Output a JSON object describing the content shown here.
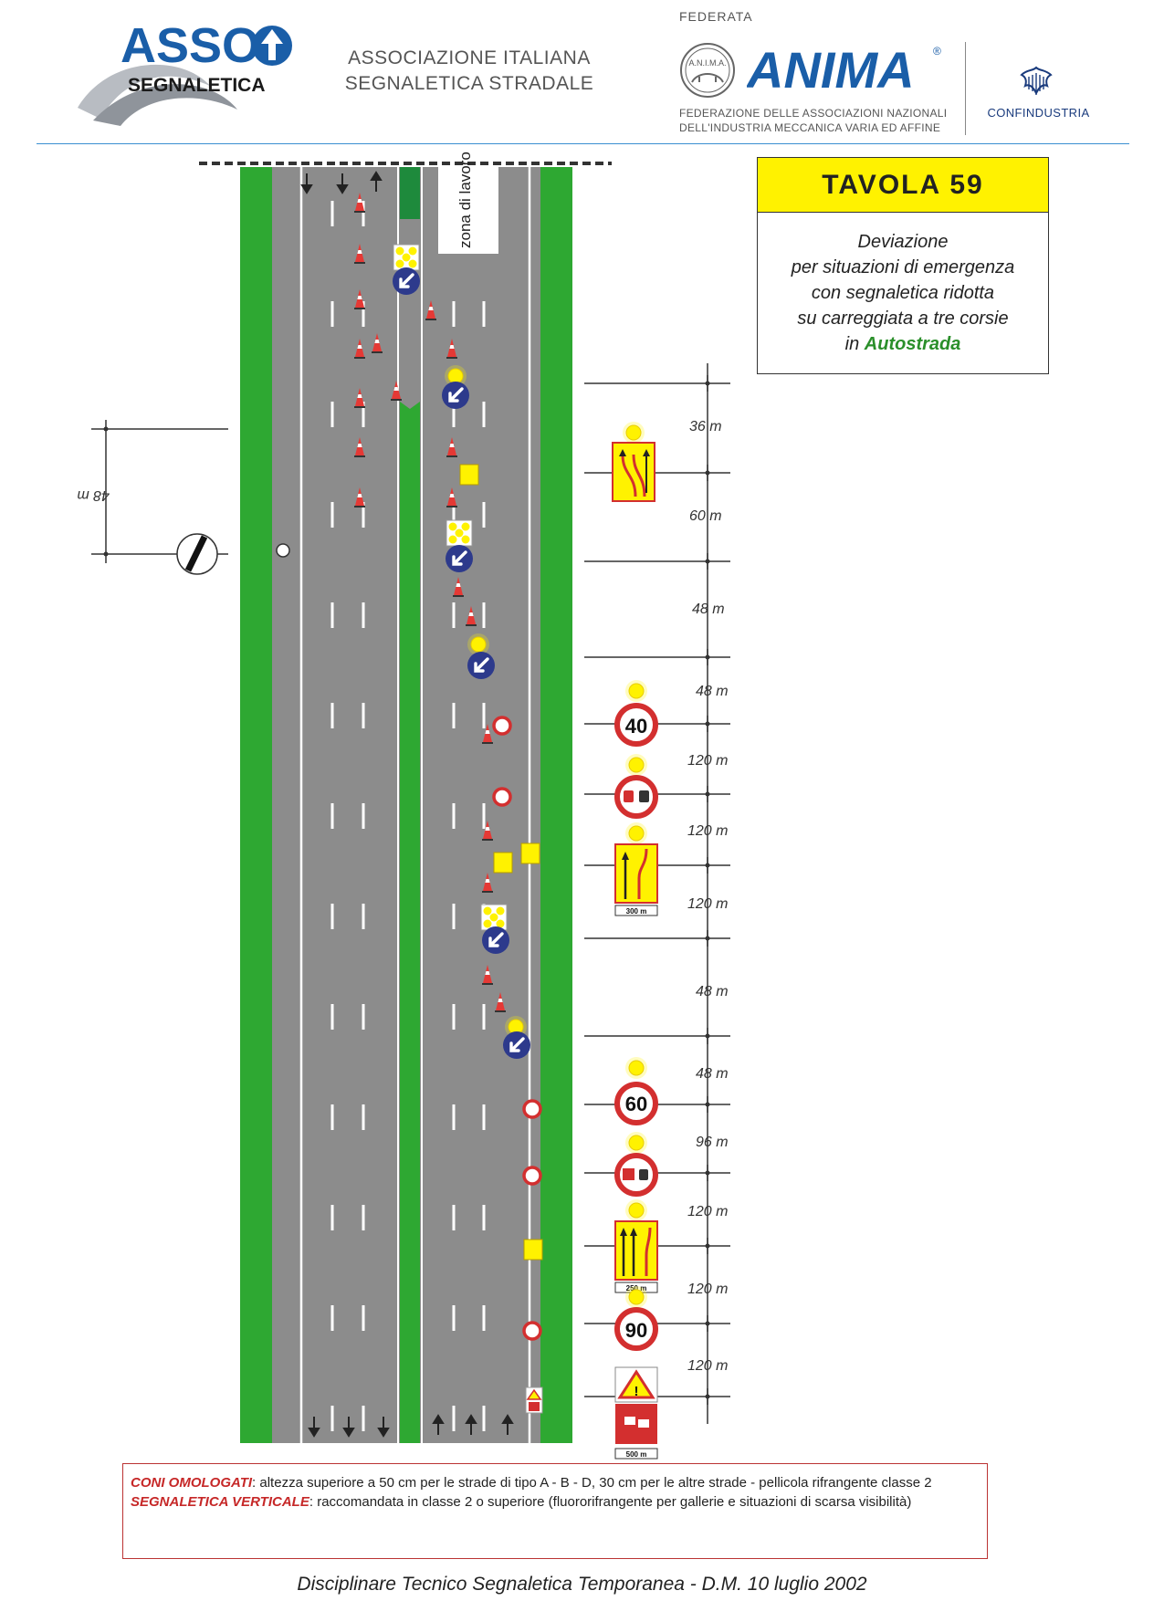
{
  "header": {
    "asso_word": "ASSO",
    "asso_segnaletica": "SEGNALETICA",
    "asso_sub_line1": "ASSOCIAZIONE ITALIANA",
    "asso_sub_line2": "SEGNALETICA STRADALE",
    "federata": "FEDERATA",
    "anima_seal": "A.N.I.M.A.",
    "anima_word": "ANIMA",
    "anima_reg": "®",
    "anima_sub_line1": "FEDERAZIONE DELLE ASSOCIAZIONI NAZIONALI",
    "anima_sub_line2": "DELL'INDUSTRIA MECCANICA VARIA ED AFFINE",
    "confindustria": "CONFINDUSTRIA"
  },
  "title_box": {
    "title": "TAVOLA   59",
    "line1": "Deviazione",
    "line2": "per situazioni di emergenza",
    "line3": "con segnaletica ridotta",
    "line4": "su carreggiata a tre corsie",
    "line5_prefix": "in",
    "line5_highlight": "Autostrada"
  },
  "diagram": {
    "work_zone_label": "zona di lavoro",
    "left_spacing": "48 m",
    "distances": [
      "36 m",
      "60 m",
      "48 m",
      "48 m",
      "120 m",
      "120 m",
      "120 m",
      "48 m",
      "48 m",
      "96 m",
      "120 m",
      "120 m",
      "120 m"
    ],
    "speed_limits": [
      "40",
      "60",
      "90"
    ],
    "plate_300": "300   m",
    "plate_250": "250   m",
    "plate_500": "500   m"
  },
  "notes": {
    "line1_key": "CONI OMOLOGATI",
    "line1_text": ": altezza superiore a 50 cm per le strade di tipo A - B - D, 30 cm per le altre strade - pellicola rifrangente classe 2",
    "line2_key": "SEGNALETICA VERTICALE",
    "line2_text": ": raccomandata in classe 2 o superiore (fluororifrangente per gallerie e situazioni di scarsa visibilità)"
  },
  "footer": "Disciplinare Tecnico Segnaletica Temporanea - D.M.   10 luglio 2002",
  "colors": {
    "road": "#8c8c8c",
    "median_green": "#2ea832",
    "sign_yellow": "#fff200",
    "sign_red": "#d32f2f",
    "blue_sign": "#2d3a8c",
    "accent_line": "#3a8fd1"
  }
}
